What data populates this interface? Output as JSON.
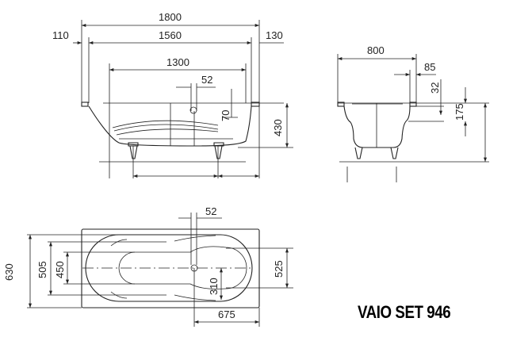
{
  "title": "VAIO SET 946",
  "side_view": {
    "length_total": "1800",
    "length_inner": "1560",
    "left_rim": "110",
    "right_rim": "130",
    "bottom_length": "1300",
    "drain_offset": "52",
    "drain_depth": "70",
    "height": "430"
  },
  "end_view": {
    "width": "800",
    "rim": "85",
    "rim_height": "32",
    "step_height": "175"
  },
  "plan_view": {
    "drain_width": "52",
    "total_width": "630",
    "inner_width": "505",
    "bottom_width": "450",
    "head_width": "525",
    "drain_to_edge": "310",
    "drain_from_end": "675"
  }
}
